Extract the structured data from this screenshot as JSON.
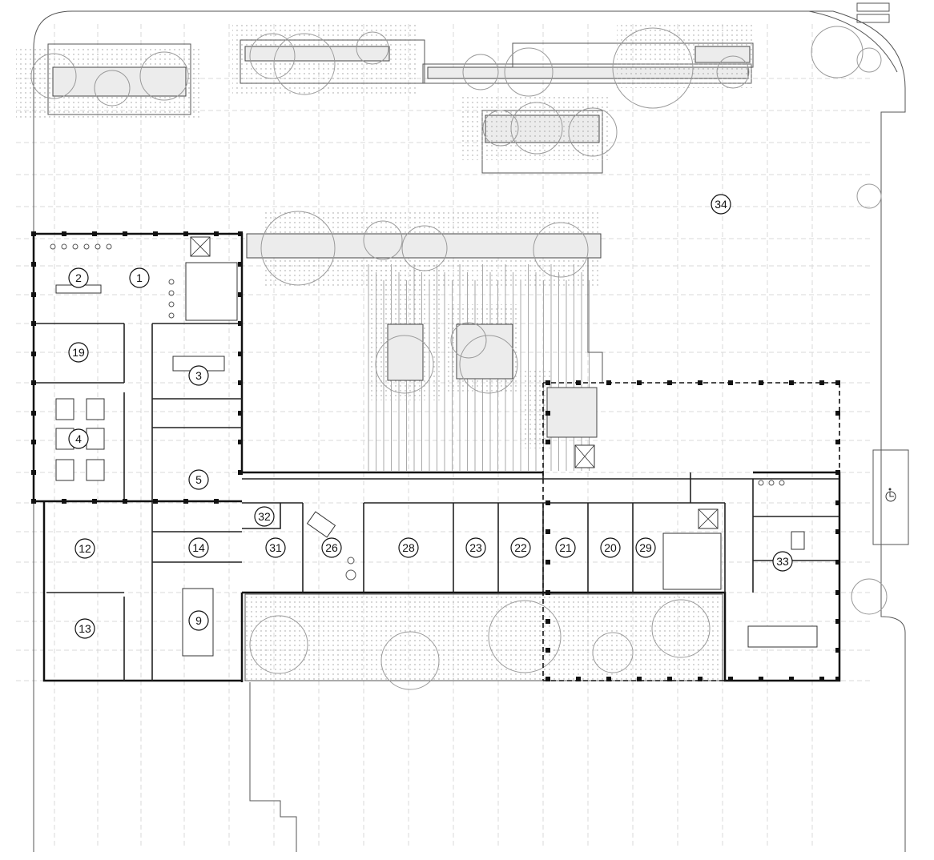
{
  "rooms": [
    {
      "id": "r1",
      "label": "1"
    },
    {
      "id": "r2",
      "label": "2"
    },
    {
      "id": "r3",
      "label": "3"
    },
    {
      "id": "r4",
      "label": "4"
    },
    {
      "id": "r5",
      "label": "5"
    },
    {
      "id": "r9",
      "label": "9"
    },
    {
      "id": "r12",
      "label": "12"
    },
    {
      "id": "r13",
      "label": "13"
    },
    {
      "id": "r14",
      "label": "14"
    },
    {
      "id": "r19",
      "label": "19"
    },
    {
      "id": "r20",
      "label": "20"
    },
    {
      "id": "r21",
      "label": "21"
    },
    {
      "id": "r22",
      "label": "22"
    },
    {
      "id": "r23",
      "label": "23"
    },
    {
      "id": "r26",
      "label": "26"
    },
    {
      "id": "r28",
      "label": "28"
    },
    {
      "id": "r29",
      "label": "29"
    },
    {
      "id": "r31",
      "label": "31"
    },
    {
      "id": "r32",
      "label": "32"
    },
    {
      "id": "r33",
      "label": "33"
    },
    {
      "id": "r34",
      "label": "34"
    }
  ],
  "icons": {
    "accessible_parking": "wheelchair-icon"
  }
}
